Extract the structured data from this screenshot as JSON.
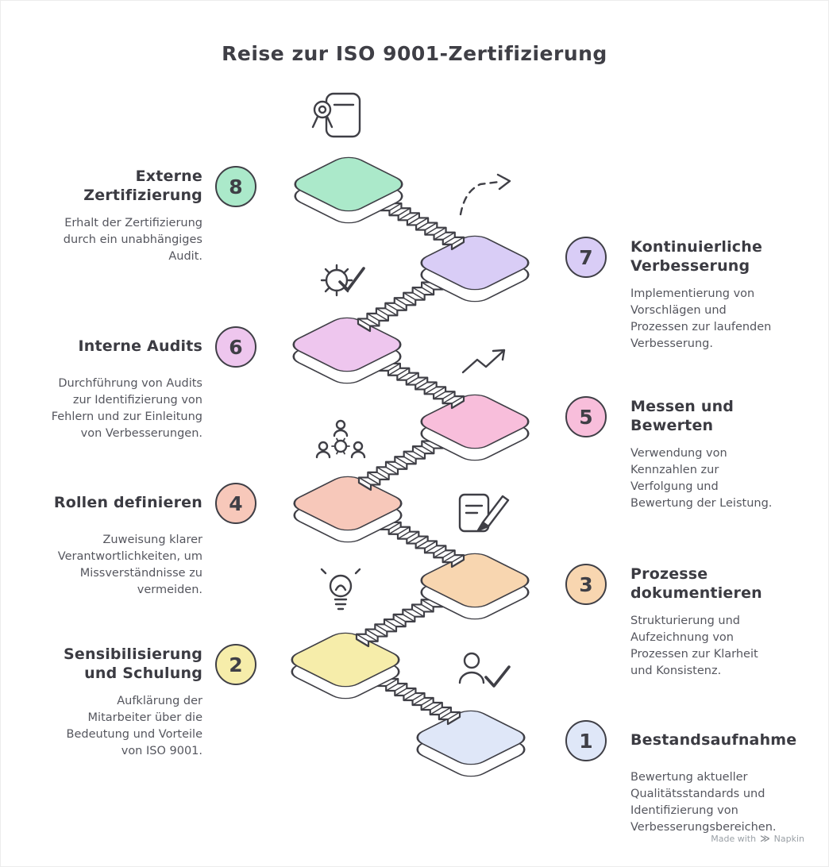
{
  "title": "Reise zur ISO 9001-Zertifizierung",
  "footer": {
    "made_with": "Made with",
    "brand": "Napkin"
  },
  "colors": {
    "stroke": "#3f3f46",
    "text": "#55565e",
    "heading": "#3b3b42",
    "background": "#ffffff"
  },
  "steps": [
    {
      "number": "1",
      "title": "Bestandsaufnahme",
      "description": "Bewertung aktueller Qualitätsstandards und Identifizierung von Verbesserungsbereichen.",
      "color": "#dfe7f8",
      "side": "right",
      "icon": "person-check-icon"
    },
    {
      "number": "2",
      "title": "Sensibilisierung und Schulung",
      "description": "Aufklärung der Mitarbeiter über die Bedeutung und Vorteile von ISO 9001.",
      "color": "#f6edaa",
      "side": "left",
      "icon": "lightbulb-icon"
    },
    {
      "number": "3",
      "title": "Prozesse dokumentieren",
      "description": "Strukturierung und Aufzeichnung von Prozessen zur Klarheit und Konsistenz.",
      "color": "#f8d6b0",
      "side": "right",
      "icon": "document-pencil-icon"
    },
    {
      "number": "4",
      "title": "Rollen definieren",
      "description": "Zuweisung klarer Verantwortlichkeiten, um Missverständnisse zu vermeiden.",
      "color": "#f7c8ba",
      "side": "left",
      "icon": "team-collaboration-icon"
    },
    {
      "number": "5",
      "title": "Messen und Bewerten",
      "description": "Verwendung von Kennzahlen zur Verfolgung und Bewertung der Leistung.",
      "color": "#f8bedb",
      "side": "right",
      "icon": "trend-arrow-icon"
    },
    {
      "number": "6",
      "title": "Interne Audits",
      "description": "Durchführung von Audits zur Identifizierung von Fehlern und zur Einleitung von Verbesserungen.",
      "color": "#eec6ee",
      "side": "left",
      "icon": "gear-check-icon"
    },
    {
      "number": "7",
      "title": "Kontinuierliche Verbesserung",
      "description": "Implementierung von Vorschlägen und Prozessen zur laufenden Verbesserung.",
      "color": "#d9cdf6",
      "side": "right",
      "icon": "dashed-arrow-icon"
    },
    {
      "number": "8",
      "title": "Externe Zertifizierung",
      "description": "Erhalt der Zertifizierung durch ein unabhängiges Audit.",
      "color": "#abe9ca",
      "side": "left",
      "icon": "certificate-icon"
    }
  ]
}
